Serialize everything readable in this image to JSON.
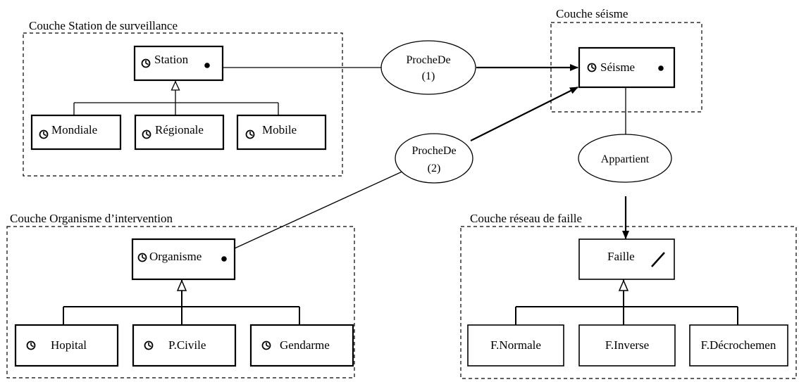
{
  "layers": {
    "station": "Couche Station de surveillance",
    "seisme": "Couche séisme",
    "organisme": "Couche Organisme d’intervention",
    "faille": "Couche réseau de faille"
  },
  "classes": {
    "station": "Station",
    "mondiale": "Mondiale",
    "regionale": "Régionale",
    "mobile": "Mobile",
    "seisme": "Séisme",
    "organisme": "Organisme",
    "hopital": "Hopital",
    "pcivile": "P.Civile",
    "gendarme": "Gendarme",
    "faille": "Faille",
    "fnormale": "F.Normale",
    "finverse": "F.Inverse",
    "fdecrochement": "F.Décrochemen"
  },
  "relations": {
    "proche1_name": "ProcheDe",
    "proche1_num": "(1)",
    "proche2_name": "ProcheDe",
    "proche2_num": "(2)",
    "appartient": "Appartient"
  },
  "icons": {
    "temporal": "clock-icon",
    "point": "point-icon",
    "line": "line-icon"
  }
}
